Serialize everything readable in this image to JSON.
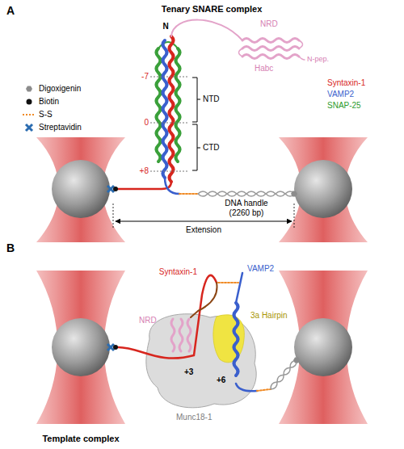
{
  "diagram": {
    "labels": [
      "A",
      "Tenary SNARE complex",
      "N",
      "NRD",
      "N-pep.",
      "Habc",
      "Syntaxin-1",
      "VAMP2",
      "SNAP-25",
      "-7",
      "0",
      "+8",
      "NTD",
      "CTD",
      "DNA handle",
      "(2260 bp)",
      "Extension",
      "B",
      "Syntaxin-1",
      "VAMP2",
      "NRD",
      "3a Hairpin",
      "+3",
      "+6",
      "Munc18-1",
      "Template complex"
    ],
    "legend": [
      {
        "text": "Digoxigenin"
      },
      {
        "text": "Biotin"
      },
      {
        "text": "S-S"
      },
      {
        "text": "Streptavidin"
      }
    ]
  }
}
